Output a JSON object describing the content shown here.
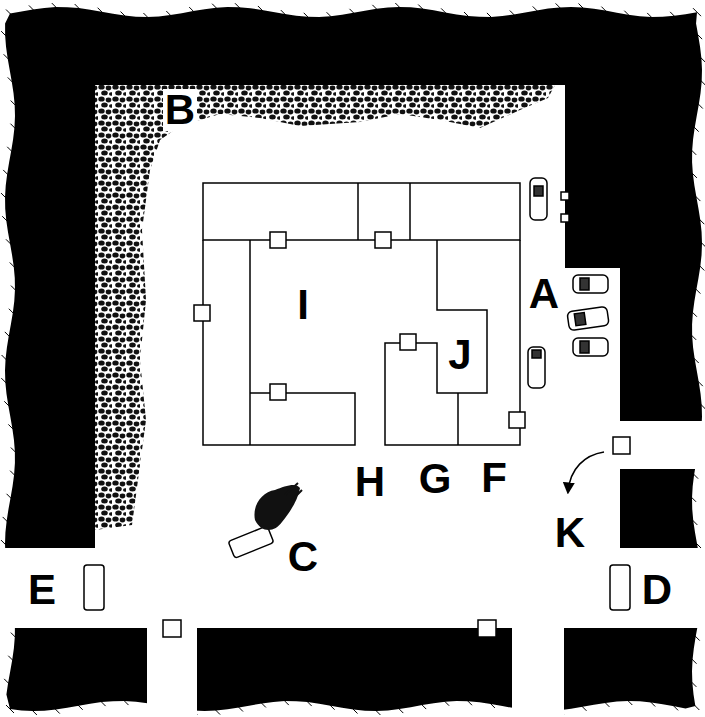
{
  "diagram": {
    "labels": [
      "B",
      "A",
      "I",
      "J",
      "H",
      "G",
      "F",
      "K",
      "C",
      "E",
      "D"
    ]
  }
}
